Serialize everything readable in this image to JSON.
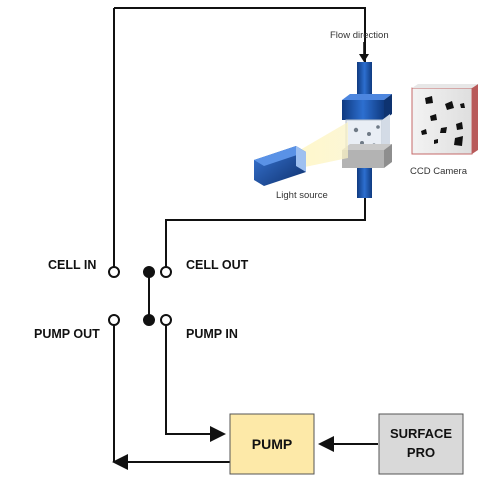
{
  "labels": {
    "cell_in": "CELL IN",
    "cell_out": "CELL OUT",
    "pump_out": "PUMP OUT",
    "pump_in": "PUMP IN",
    "flow_direction": "Flow direction",
    "light_source": "Light source",
    "ccd_camera": "CCD Camera"
  },
  "boxes": {
    "pump": {
      "label": "PUMP",
      "color": "#fde9a8"
    },
    "surface_pro": {
      "line1": "SURFACE",
      "line2": "PRO",
      "color": "#d9d9d9"
    }
  },
  "colors": {
    "line": "#111111",
    "flow_cell_blue": "#1f4e9c",
    "light_beam": "#f7f0b6"
  },
  "icons": [
    "flow-arrow-icon",
    "flow-cell-icon",
    "light-source-icon",
    "ccd-camera-icon"
  ]
}
